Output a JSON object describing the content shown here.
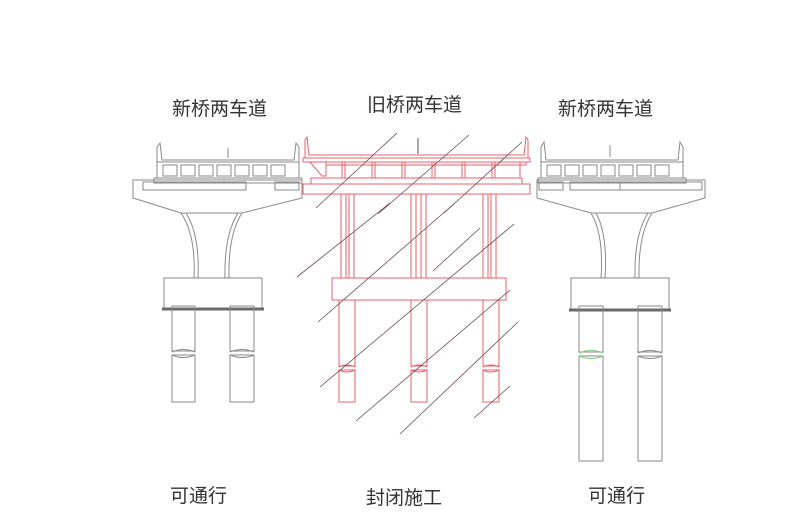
{
  "labels": {
    "left_top": "新桥两车道",
    "center_top": "旧桥两车道",
    "right_top": "新桥两车道",
    "left_bottom": "可通行",
    "center_bottom": "封闭施工",
    "right_bottom": "可通行"
  },
  "colors": {
    "new_bridge": "#8a8a8a",
    "old_bridge": "#e8606a",
    "hatch": "#6a4a55",
    "text": "#333333"
  }
}
